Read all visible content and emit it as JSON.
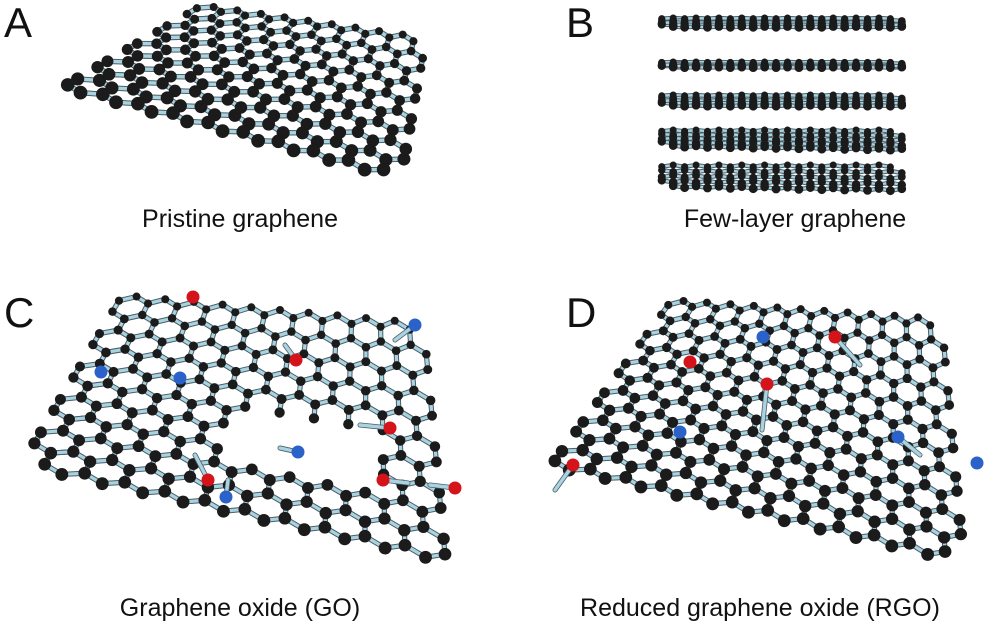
{
  "panels": [
    {
      "letter": "A",
      "caption": "Pristine graphene"
    },
    {
      "letter": "B",
      "caption": "Few-layer graphene"
    },
    {
      "letter": "C",
      "caption": "Graphene oxide (GO)"
    },
    {
      "letter": "D",
      "caption": "Reduced graphene oxide (RGO)"
    }
  ],
  "colors": {
    "bond": "#a9d3e0",
    "bond_edge": "#4b5d66",
    "carbon": "#1b1b1b",
    "oxygen": "#d4131b",
    "nitrogen_blue": "#2a62c9"
  },
  "atom_legend": [
    "carbon-atom",
    "oxygen-atom",
    "functional-group-atom"
  ]
}
